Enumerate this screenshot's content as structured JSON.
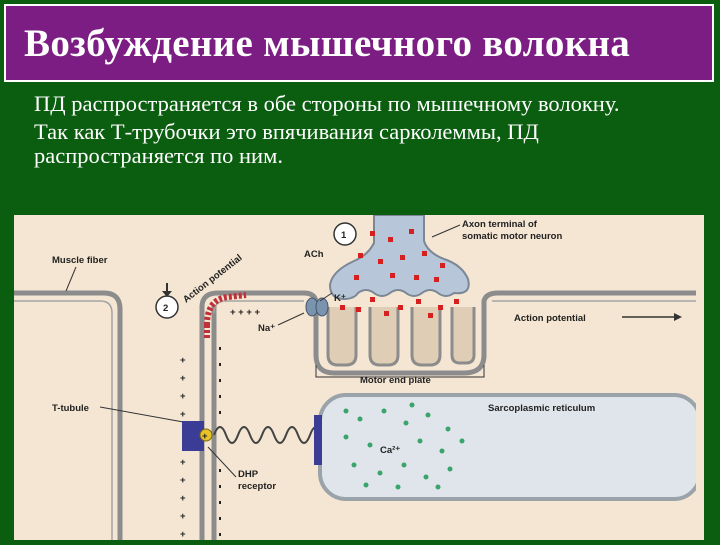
{
  "title": "Возбуждение мышечного волокна",
  "bullets": [
    "ПД распространяется в обе стороны по мышечному волокну.",
    "Так как Т-трубочки это впячивания сарколеммы, ПД распространяется по ним."
  ],
  "diagram": {
    "labels": {
      "step1": "1",
      "step2": "2",
      "axon_terminal_line1": "Axon terminal of",
      "axon_terminal_line2": "somatic motor neuron",
      "ach": "ACh",
      "muscle_fiber": "Muscle fiber",
      "action_potential_curved": "Action potential",
      "k_ion": "K⁺",
      "na_ion": "Na⁺",
      "action_potential_right": "Action potential",
      "motor_end_plate": "Motor end plate",
      "t_tubule": "T-tubule",
      "sarcoplasmic_reticulum": "Sarcoplasmic reticulum",
      "ca_ion": "Ca²⁺",
      "dhp_receptor_line1": "DHP",
      "dhp_receptor_line2": "receptor"
    },
    "colors": {
      "background": "#f4e6d2",
      "membrane": "#8c8c8c",
      "ach_dots": "#d62020",
      "ca_dots": "#3aa56b",
      "dhp_box": "#3b3c96",
      "action_potential_band": "#c0303a"
    }
  }
}
